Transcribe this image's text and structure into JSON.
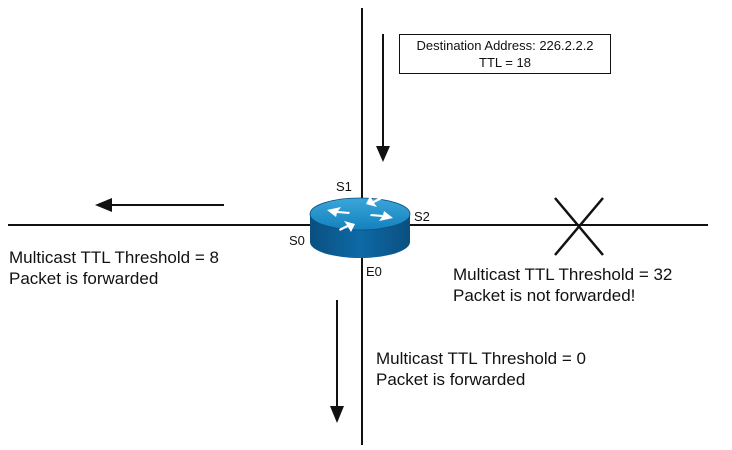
{
  "packet": {
    "destination_line": "Destination Address: 226.2.2.2",
    "ttl_line": "TTL = 18"
  },
  "router": {
    "interfaces": {
      "s1": "S1",
      "s0": "S0",
      "s2": "S2",
      "e0": "E0"
    }
  },
  "outcomes": {
    "s0": {
      "threshold": "Multicast TTL Threshold = 8",
      "status": "Packet is forwarded"
    },
    "s2": {
      "threshold": "Multicast TTL Threshold = 32",
      "status": "Packet is not forwarded!"
    },
    "e0": {
      "threshold": "Multicast TTL Threshold = 0",
      "status": "Packet is forwarded"
    }
  },
  "colors": {
    "router_top": "#1d8fc9",
    "router_side": "#0b5f95",
    "line": "#111111"
  }
}
